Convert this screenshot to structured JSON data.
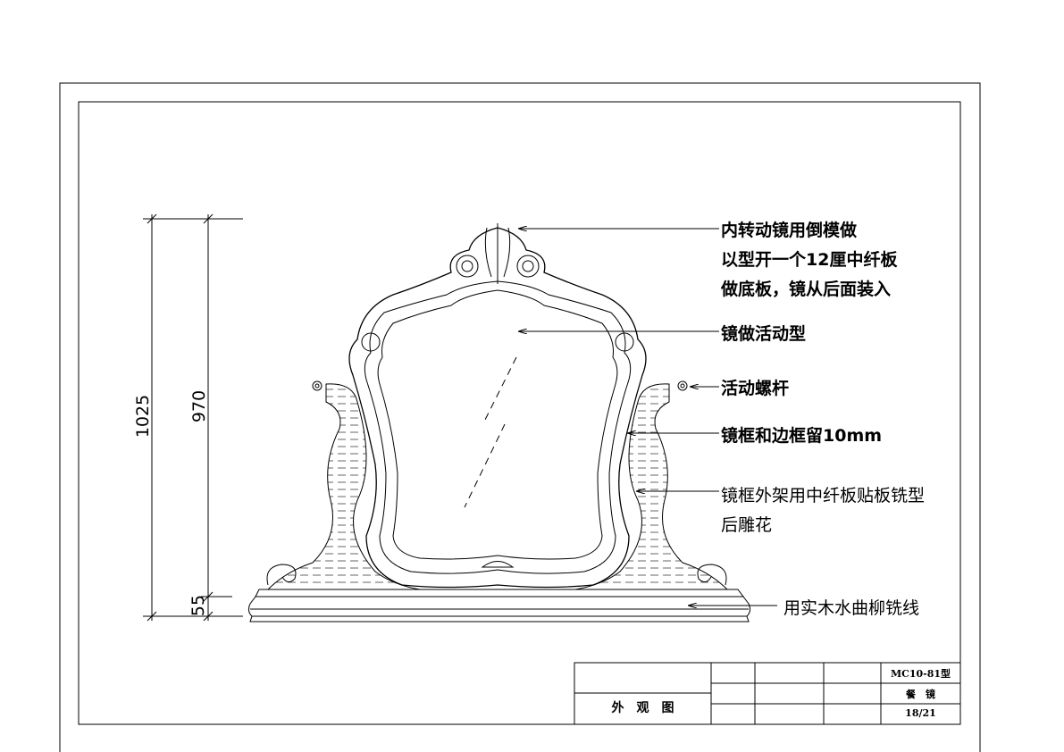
{
  "dimensions": {
    "overall_height": "1025",
    "mirror_height": "970",
    "base_height": "55"
  },
  "annotations": {
    "top_crest": [
      "内转动镜用倒模做",
      "以型开一个12厘中纤板",
      "做底板，镜从后面装入"
    ],
    "mirror": "镜做活动型",
    "screw": "活动螺杆",
    "gap": "镜框和边框留10mm",
    "outer_frame": [
      "镜框外架用中纤板贴板铣型",
      "后雕花"
    ],
    "base": "用实木水曲柳铣线"
  },
  "title_block": {
    "drawing_name": "外　观　图",
    "model": "MC10-81型",
    "product": "餐　镜",
    "sheet": "18/21"
  }
}
